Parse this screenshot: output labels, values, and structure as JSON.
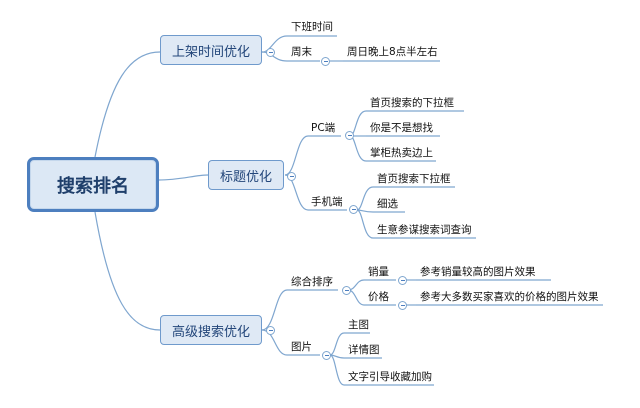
{
  "root": "搜索排名",
  "branches": {
    "listing_time": {
      "label": "上架时间优化",
      "items": [
        "下班时间",
        "周末",
        "周日晚上8点半左右"
      ]
    },
    "title": {
      "label": "标题优化",
      "pc": {
        "label": "PC端",
        "items": [
          "首页搜索的下拉框",
          "你是不是想找",
          "掌柜热卖边上"
        ]
      },
      "mobile": {
        "label": "手机端",
        "items": [
          "首页搜索下拉框",
          "细选",
          "生意参谋搜索词查询"
        ]
      }
    },
    "advanced": {
      "label": "高级搜索优化",
      "sort": {
        "label": "综合排序",
        "sales": {
          "label": "销量",
          "note": "参考销量较高的图片效果"
        },
        "price": {
          "label": "价格",
          "note": "参考大多数买家喜欢的价格的图片效果"
        }
      },
      "image": {
        "label": "图片",
        "items": [
          "主图",
          "详情图",
          "文字引导收藏加购"
        ]
      }
    }
  }
}
